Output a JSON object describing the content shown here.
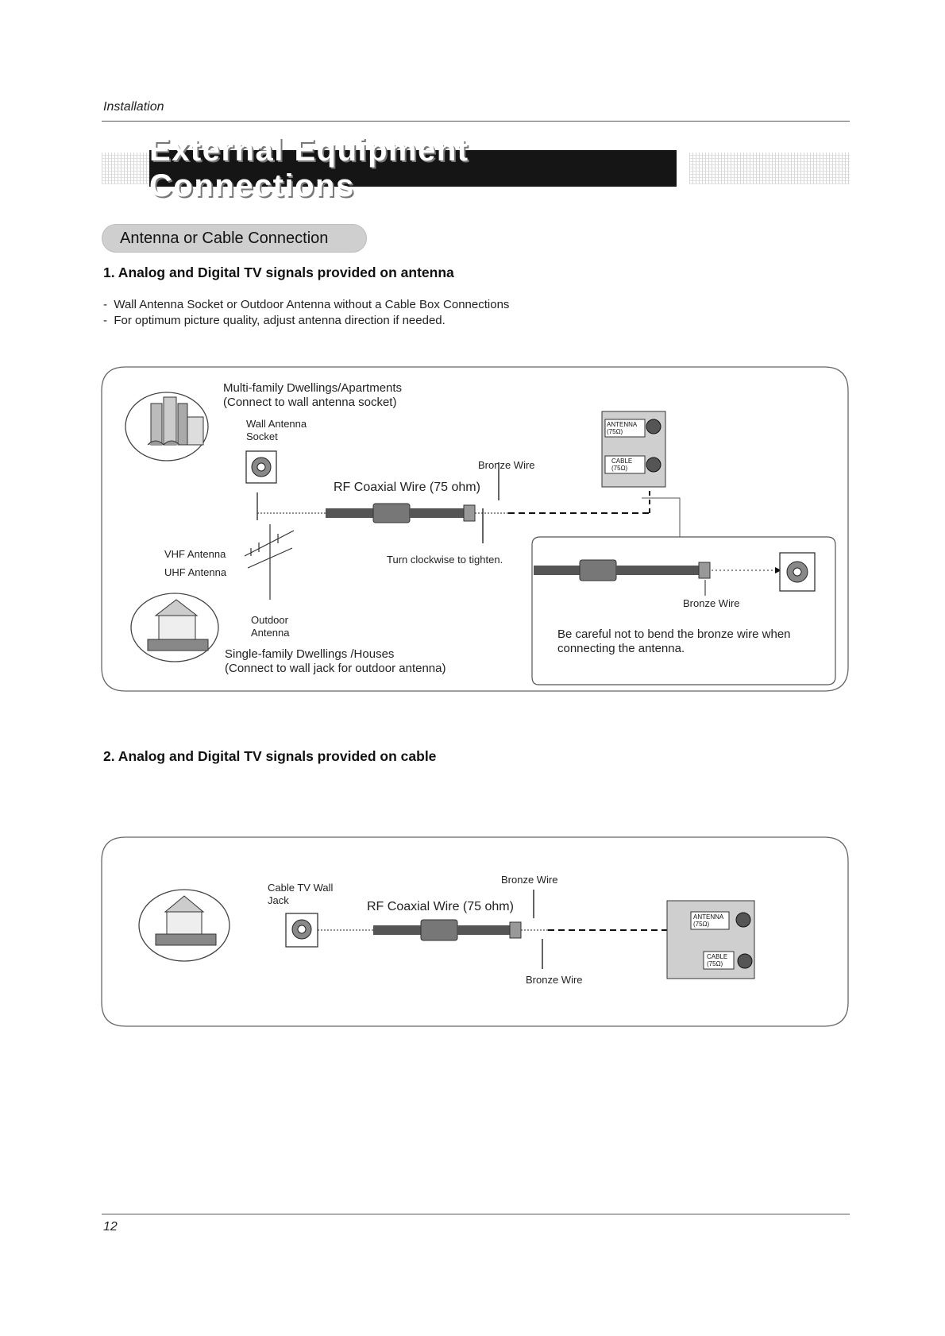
{
  "header": {
    "section": "Installation",
    "title": "External Equipment Connections",
    "subsection": "Antenna or Cable Connection"
  },
  "part1": {
    "heading": "1. Analog and Digital TV signals provided on antenna",
    "bullets": [
      "Wall Antenna Socket or Outdoor Antenna without a Cable Box Connections",
      "For optimum picture quality, adjust antenna direction if needed."
    ],
    "multi_family_line1": "Multi-family Dwellings/Apartments",
    "multi_family_line2": "(Connect to wall antenna socket)",
    "wall_antenna_line1": "Wall Antenna",
    "wall_antenna_line2": "Socket",
    "bronze_wire": "Bronze Wire",
    "rf_wire": "RF Coaxial Wire (75 ohm)",
    "vhf": "VHF Antenna",
    "uhf": "UHF Antenna",
    "turn": "Turn clockwise to tighten.",
    "outdoor_line1": "Outdoor",
    "outdoor_line2": "Antenna",
    "single_family_line1": "Single-family Dwellings /Houses",
    "single_family_line2": "(Connect to wall jack for outdoor antenna)",
    "inset_bronze": "Bronze Wire",
    "caution_line1": "Be careful not to bend the bronze wire when",
    "caution_line2": "connecting the antenna.",
    "panel_antenna": "ANTENNA",
    "panel_antenna_ohm": "(75Ω)",
    "panel_cable": "CABLE",
    "panel_cable_ohm": "(75Ω)"
  },
  "part2": {
    "heading": "2. Analog and Digital TV signals provided on cable",
    "cable_jack_line1": "Cable TV Wall",
    "cable_jack_line2": "Jack",
    "bronze_top": "Bronze Wire",
    "rf_wire": "RF Coaxial Wire (75 ohm)",
    "bronze_bottom": "Bronze Wire",
    "panel_antenna": "ANTENNA",
    "panel_antenna_ohm": "(75Ω)",
    "panel_cable": "CABLE",
    "panel_cable_ohm": "(75Ω)"
  },
  "footer": {
    "page_number": "12"
  }
}
